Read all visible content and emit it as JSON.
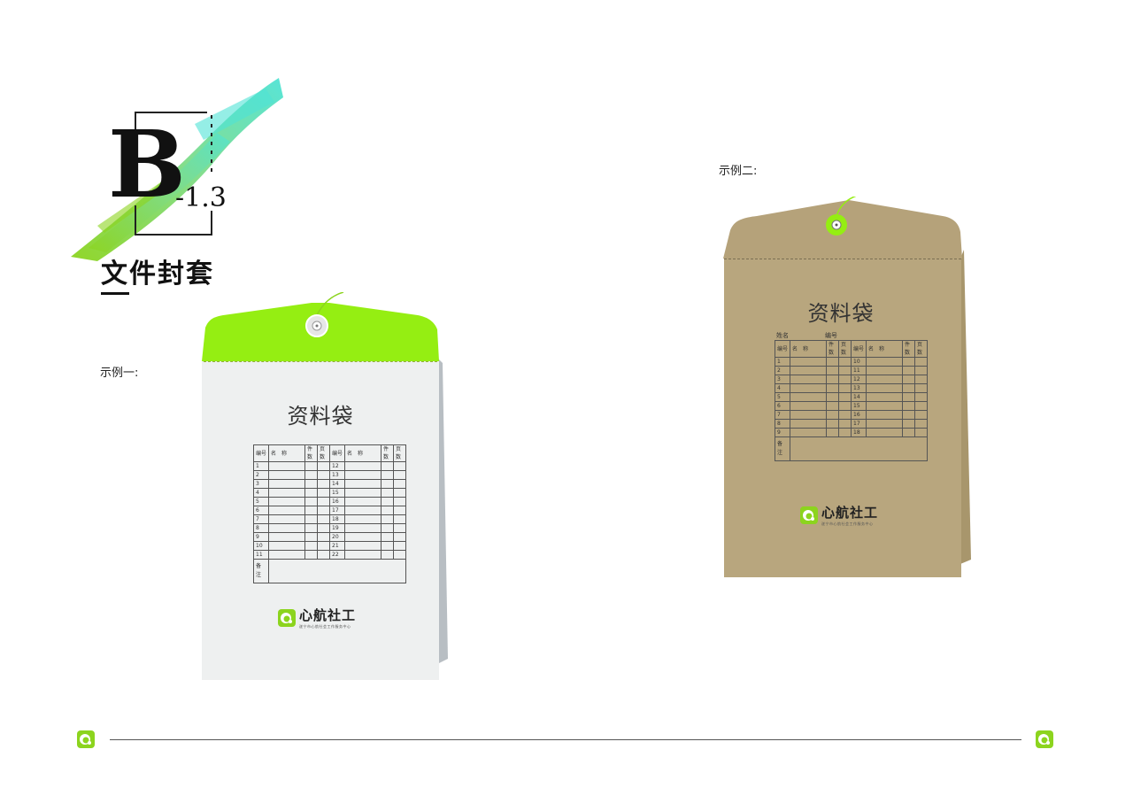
{
  "header": {
    "section_letter": "B",
    "section_number": "-1.3",
    "section_title": "文件封套"
  },
  "colors": {
    "brand_green": "#8cd41e",
    "brush_teal": "#4fe3d5",
    "kraft": "#b8a67e",
    "envelope_white": "#eef0f0"
  },
  "example1": {
    "label": "示例一:",
    "title": "资料袋",
    "headers": [
      "编号",
      "名　称",
      "件数",
      "页数",
      "编号",
      "名　称",
      "件数",
      "页数"
    ],
    "left_numbers": [
      "1",
      "2",
      "3",
      "4",
      "5",
      "6",
      "7",
      "8",
      "9",
      "10",
      "11"
    ],
    "right_numbers": [
      "12",
      "13",
      "14",
      "15",
      "16",
      "17",
      "18",
      "19",
      "20",
      "21",
      "22"
    ],
    "remarks_label": "备\n注",
    "logo_name": "心航社工",
    "logo_subtitle": "遂宁市心航社会工作服务中心"
  },
  "example2": {
    "label": "示例二:",
    "title": "资料袋",
    "field_name": "姓名",
    "field_number": "编号",
    "headers": [
      "编号",
      "名　称",
      "件数",
      "页数",
      "编号",
      "名　称",
      "件数",
      "页数"
    ],
    "left_numbers": [
      "1",
      "2",
      "3",
      "4",
      "5",
      "6",
      "7",
      "8",
      "9"
    ],
    "right_numbers": [
      "10",
      "11",
      "12",
      "13",
      "14",
      "15",
      "16",
      "17",
      "18"
    ],
    "remarks_label": "备\n注",
    "logo_name": "心航社工",
    "logo_subtitle": "遂宁市心航社会工作服务中心"
  },
  "footer": {
    "left_icon": "brand-logo-icon",
    "right_icon": "brand-logo-icon"
  }
}
